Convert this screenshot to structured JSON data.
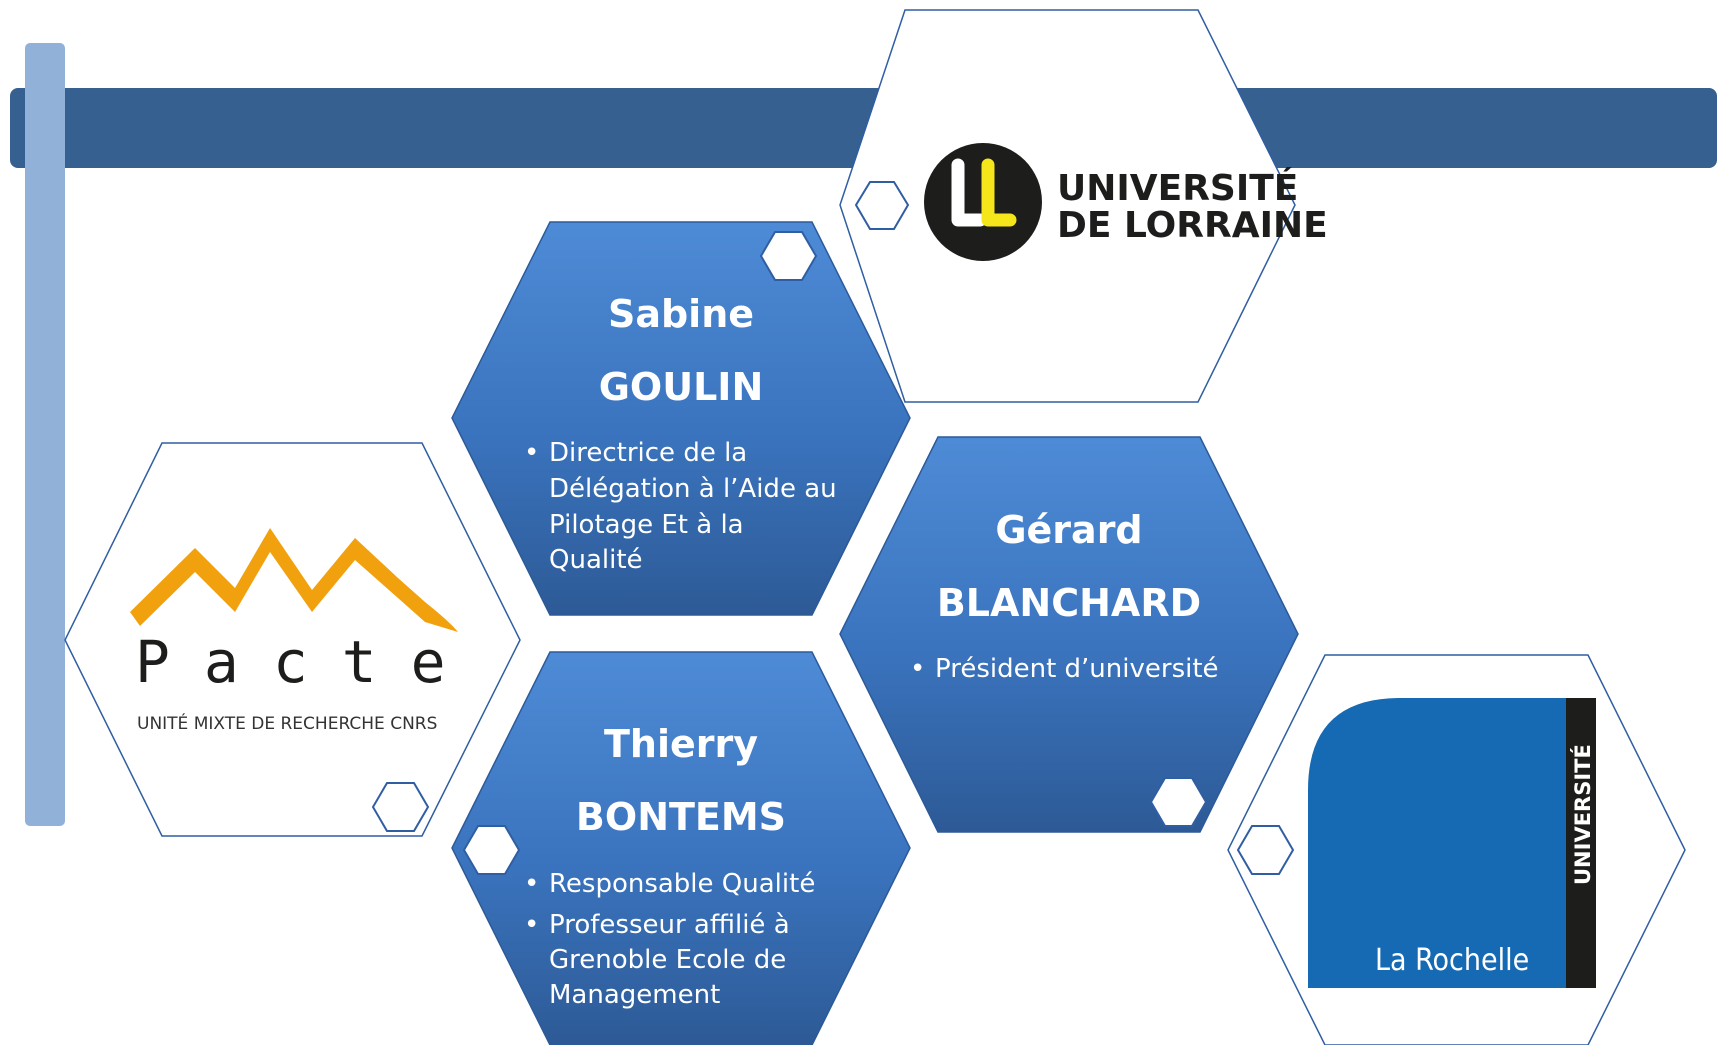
{
  "colors": {
    "header_bar": "#35608f",
    "side_bar": "#92b1d8",
    "hex_fill_top": "#4d8ad4",
    "hex_fill_bottom": "#2f5f9e",
    "hex_outline": "#2f5ea3",
    "pacte_orange": "#f2a10e",
    "lorraine_yellow": "#f5e51b",
    "rochelle_blue": "#166ab3"
  },
  "people": [
    {
      "first_name": "Sabine",
      "last_name": "GOULIN",
      "bullets": [
        "Directrice de la",
        "Délégation à l’Aide au",
        "Pilotage Et à la",
        "Qualité"
      ]
    },
    {
      "first_name": "Gérard",
      "last_name": "BLANCHARD",
      "bullets": [
        "Président d’université"
      ]
    },
    {
      "first_name": "Thierry",
      "last_name": "BONTEMS",
      "bullets": [
        "Responsable Qualité",
        "Professeur affilié à",
        "Grenoble Ecole de",
        "Management"
      ]
    }
  ],
  "logos": {
    "lorraine": {
      "line1": "UNIVERSITÉ",
      "line2": "DE LORRAINE"
    },
    "pacte": {
      "word": "Pacte",
      "subtitle": "UNITÉ MIXTE DE RECHERCHE CNRS"
    },
    "rochelle": {
      "vertical": "UNIVERSITÉ",
      "city": "La Rochelle"
    }
  }
}
